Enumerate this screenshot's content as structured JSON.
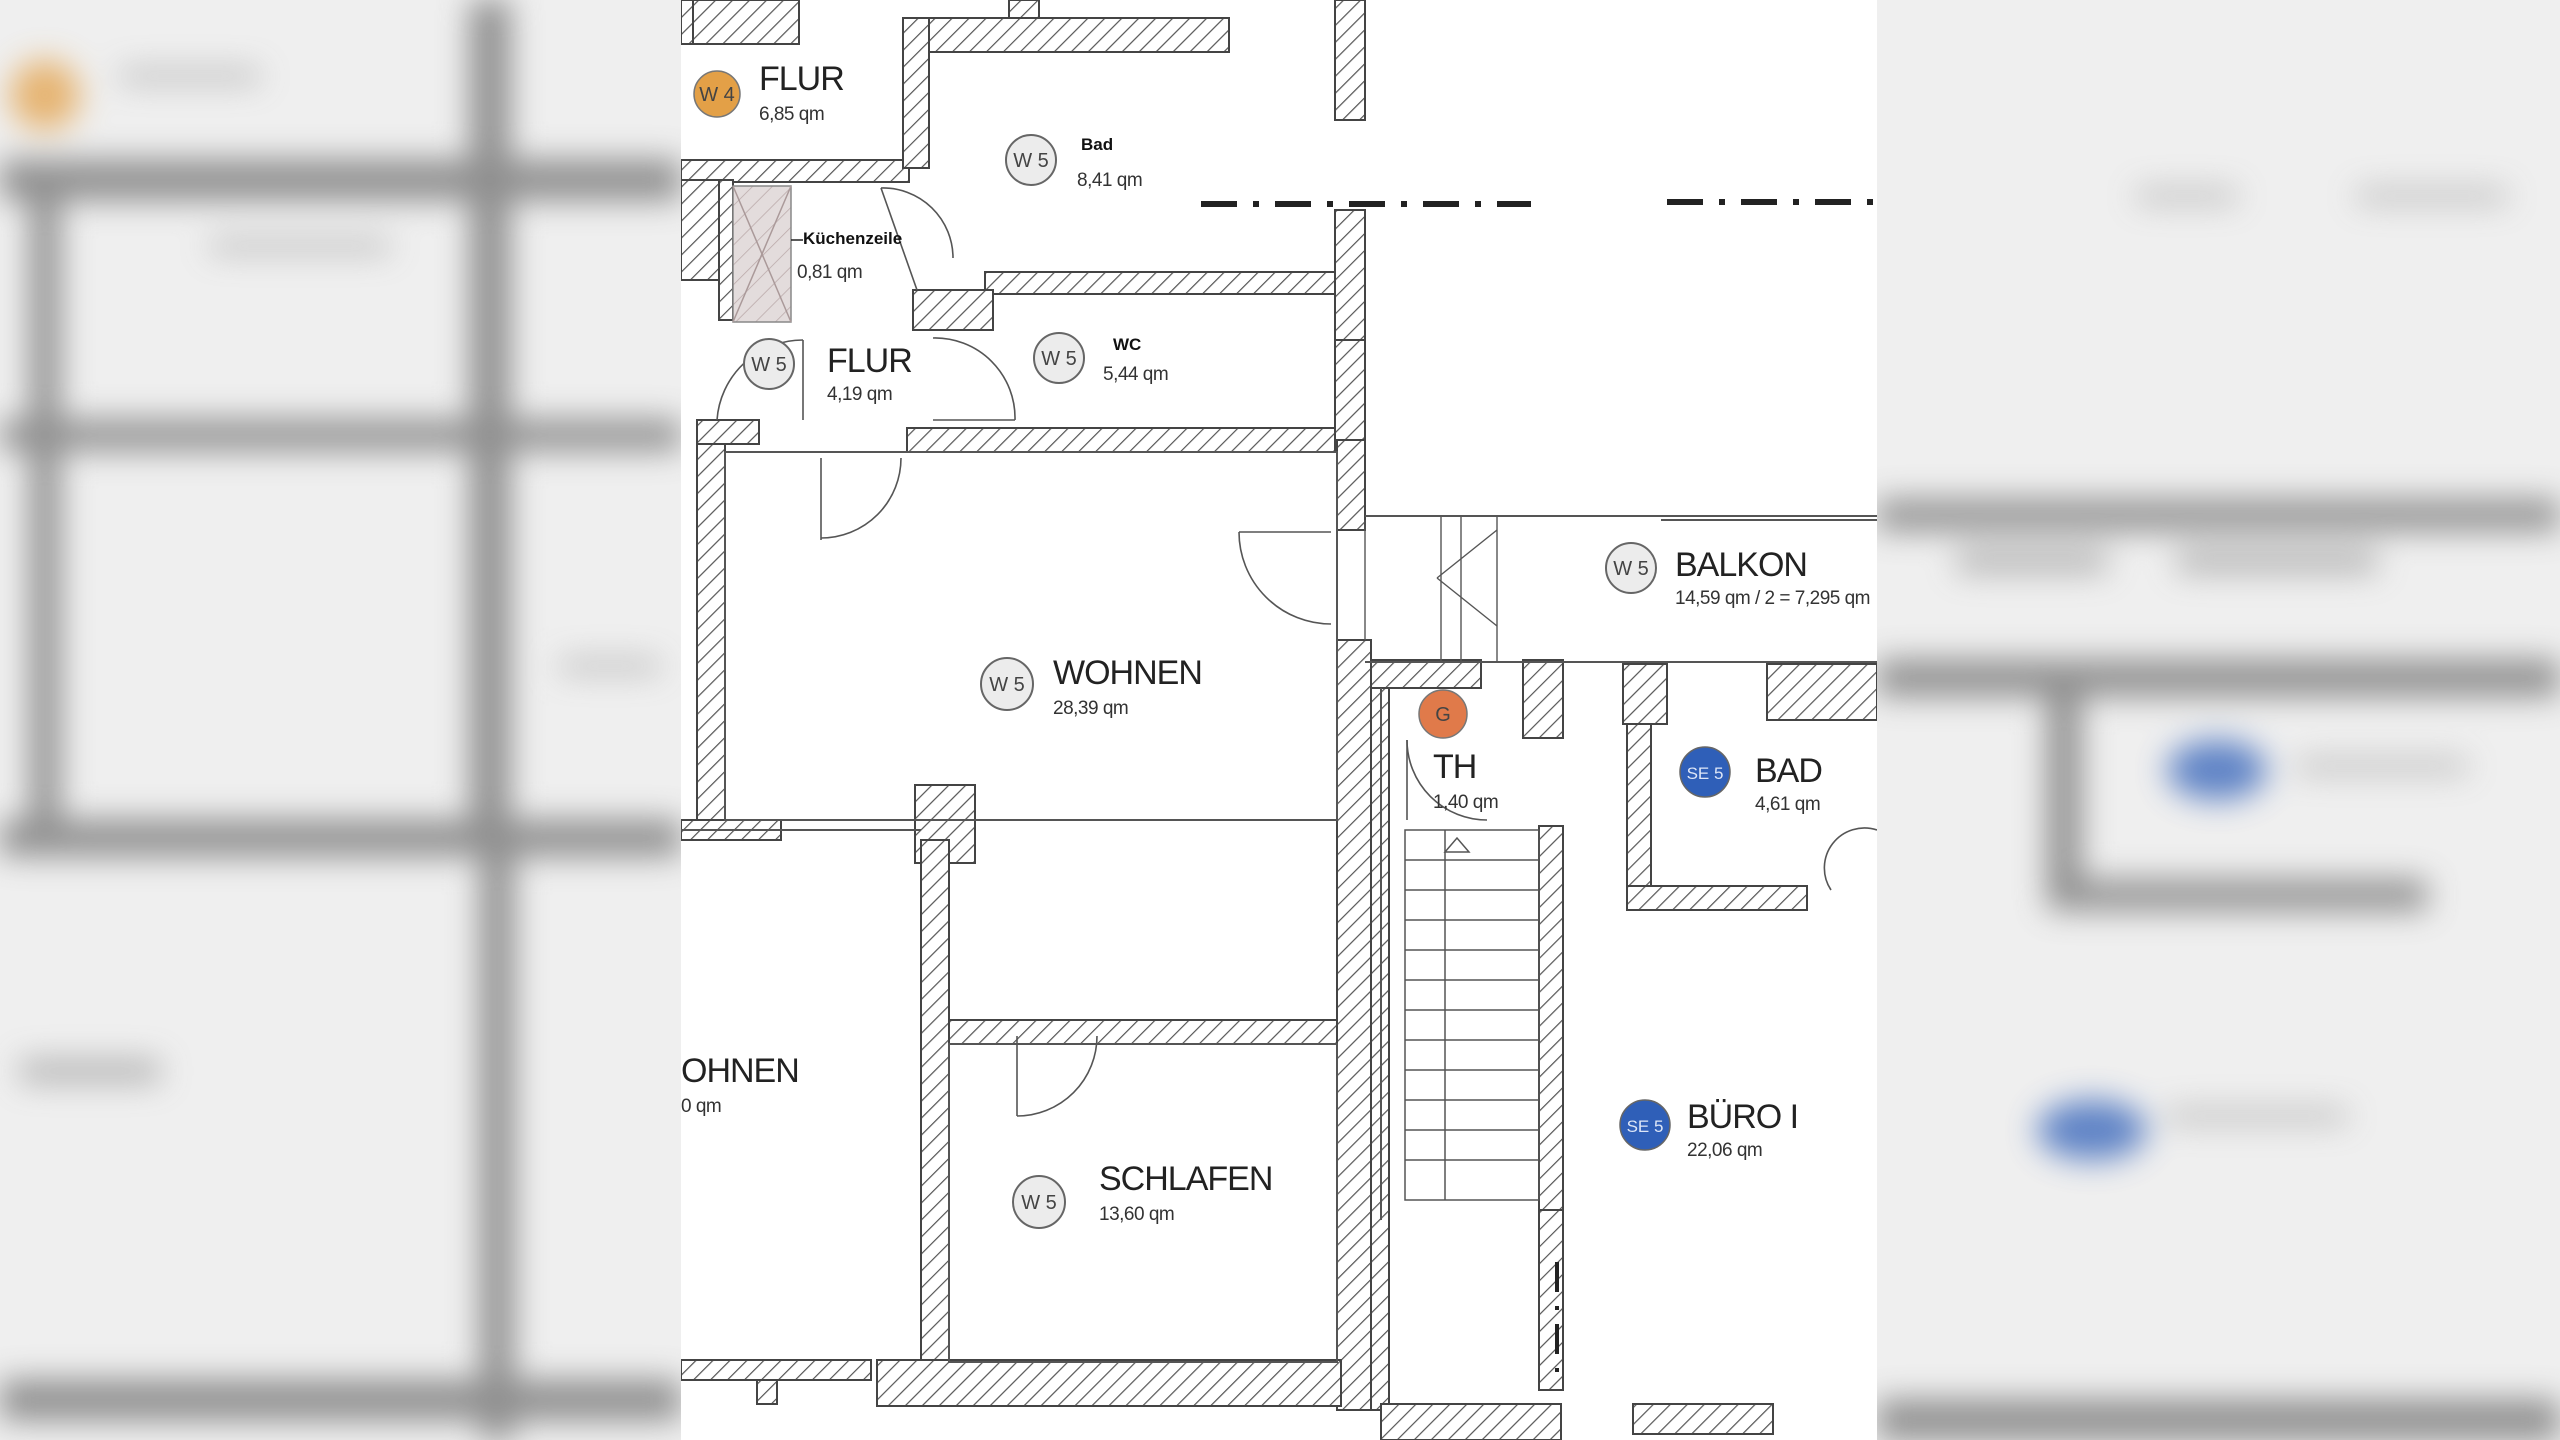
{
  "plan": {
    "rooms": {
      "flur_w4": {
        "badge": "W 4",
        "name": "FLUR",
        "area": "6,85 qm"
      },
      "bad_w5": {
        "badge": "W 5",
        "name": "Bad",
        "area": "8,41 qm"
      },
      "kuechenzeile": {
        "name": "Küchenzeile",
        "area": "0,81 qm"
      },
      "flur_w5": {
        "badge": "W 5",
        "name": "FLUR",
        "area": "4,19 qm"
      },
      "wc_w5": {
        "badge": "W 5",
        "name": "WC",
        "area": "5,44 qm"
      },
      "balkon_w5": {
        "badge": "W 5",
        "name": "BALKON",
        "area": "14,59 qm / 2 = 7,295 qm"
      },
      "wohnen_w5": {
        "badge": "W 5",
        "name": "WOHNEN",
        "area": "28,39 qm"
      },
      "th": {
        "badge": "G",
        "name": "TH",
        "area": "1,40 qm"
      },
      "bad_se5": {
        "badge": "SE 5",
        "name": "BAD",
        "area": "4,61 qm"
      },
      "wohnen_partial": {
        "name": "OHNEN",
        "area": "0 qm"
      },
      "schlafen_w5": {
        "badge": "W 5",
        "name": "SCHLAFEN",
        "area": "13,60 qm"
      },
      "buero_se5": {
        "badge": "SE 5",
        "name": "BÜRO I",
        "area": "22,06 qm"
      }
    },
    "colors": {
      "badge_w4": "#e3a047",
      "badge_g": "#e07a4a",
      "badge_se": "#2f5fb8",
      "badge_w5": "#ececec",
      "wall": "#555555"
    }
  }
}
